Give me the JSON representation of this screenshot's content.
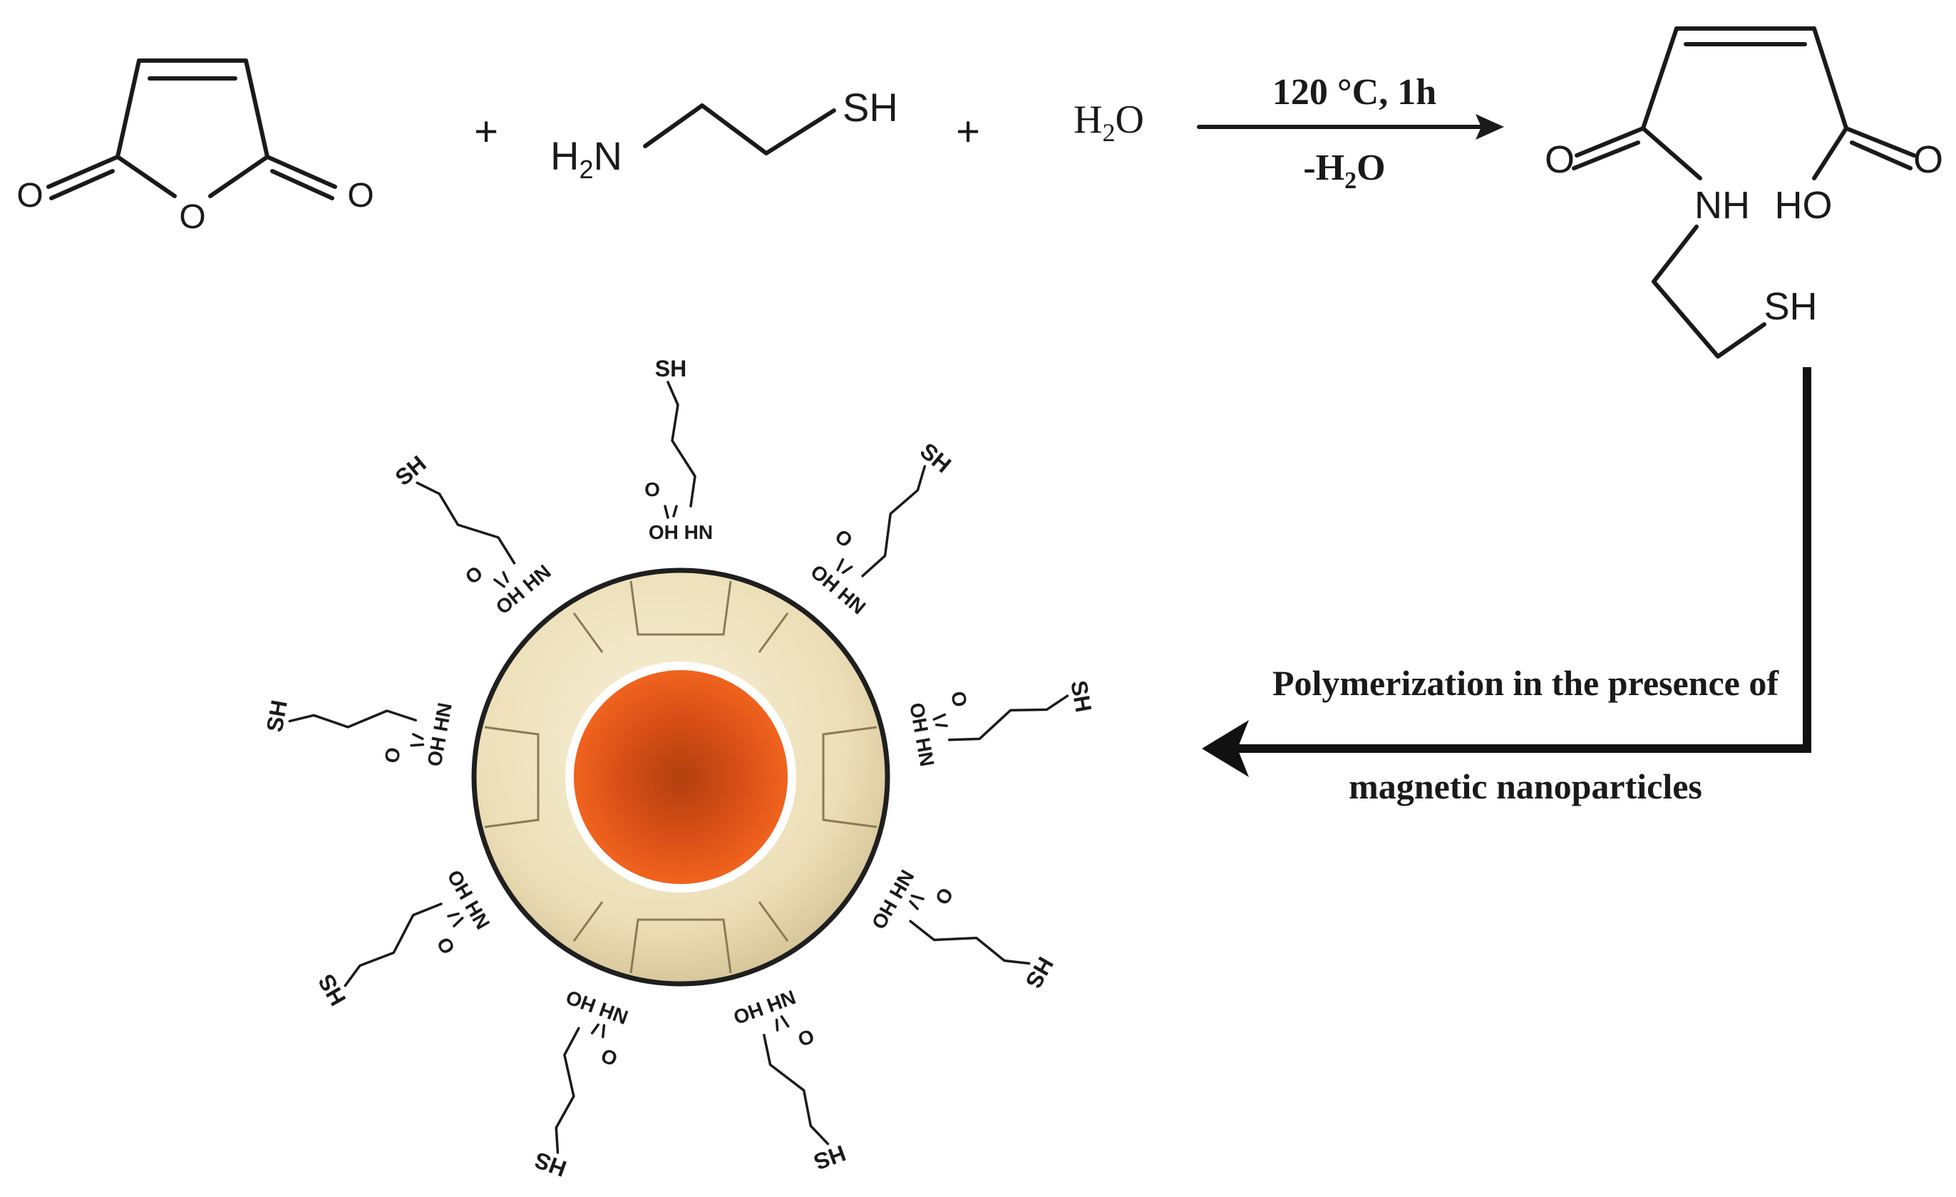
{
  "reactants": {
    "plus_1": "+",
    "plus_2": "+",
    "anhydride": {
      "o_left": "O",
      "o_ring": "O",
      "o_right": "O"
    },
    "cysteamine": {
      "h": "H",
      "sub": "2",
      "n": "N",
      "sh": "SH"
    },
    "water": {
      "h": "H",
      "sub": "2",
      "o": "O"
    }
  },
  "conditions": {
    "top": "120 °C, 1h",
    "bottom_prefix": "-H",
    "bottom_sub": "2",
    "bottom_suffix": "O"
  },
  "product": {
    "o_left": "O",
    "nh": "NH",
    "ho": "HO",
    "o_right": "O",
    "sh": "SH"
  },
  "step_label": {
    "line1": "Polymerization in the presence of",
    "line2": "magnetic nanoparticles"
  },
  "nanoparticle": {
    "sh": "SH",
    "hs": "HS",
    "oh_hn": "OH HN",
    "nh_ho": "NH HO",
    "o": "O",
    "core_color": "#e0531a",
    "shell_color": "#ecdfb8"
  }
}
